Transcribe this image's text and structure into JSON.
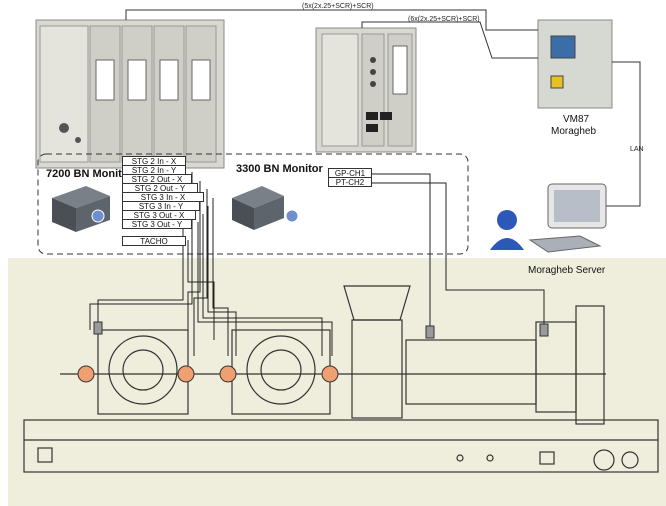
{
  "cables": {
    "top": "(5x(2x.25+SCR)+SCR)",
    "second": "(6x(2x.25+SCR)+SCR)",
    "lan": "LAN"
  },
  "monitors": {
    "bn7200": "7200 BN Monitor",
    "bn3300": "3300 BN Monitor"
  },
  "vm87": {
    "line1": "VM87",
    "line2": "Moragheb"
  },
  "server": "Moragheb Server",
  "stg_channels": [
    "STG 2 In - X",
    "STG 2 In - Y",
    "STG 2 Out - X",
    "STG 2 Out - Y",
    "STG 3 In - X",
    "STG 3 In - Y",
    "STG 3 Out - X",
    "STG 3 Out - Y"
  ],
  "tacho": "TACHO",
  "gp_channels": [
    "GP-CH1",
    "PT-CH2"
  ],
  "colors": {
    "drawing_bg": "#efeedd",
    "sensor": "#f0a070",
    "rack": "#d8d8d0",
    "cabinet": "#d6d8d2"
  },
  "icons": [
    "computer-rack-icon",
    "server-icon",
    "user-icon",
    "workstation-icon",
    "cabinet-icon"
  ]
}
